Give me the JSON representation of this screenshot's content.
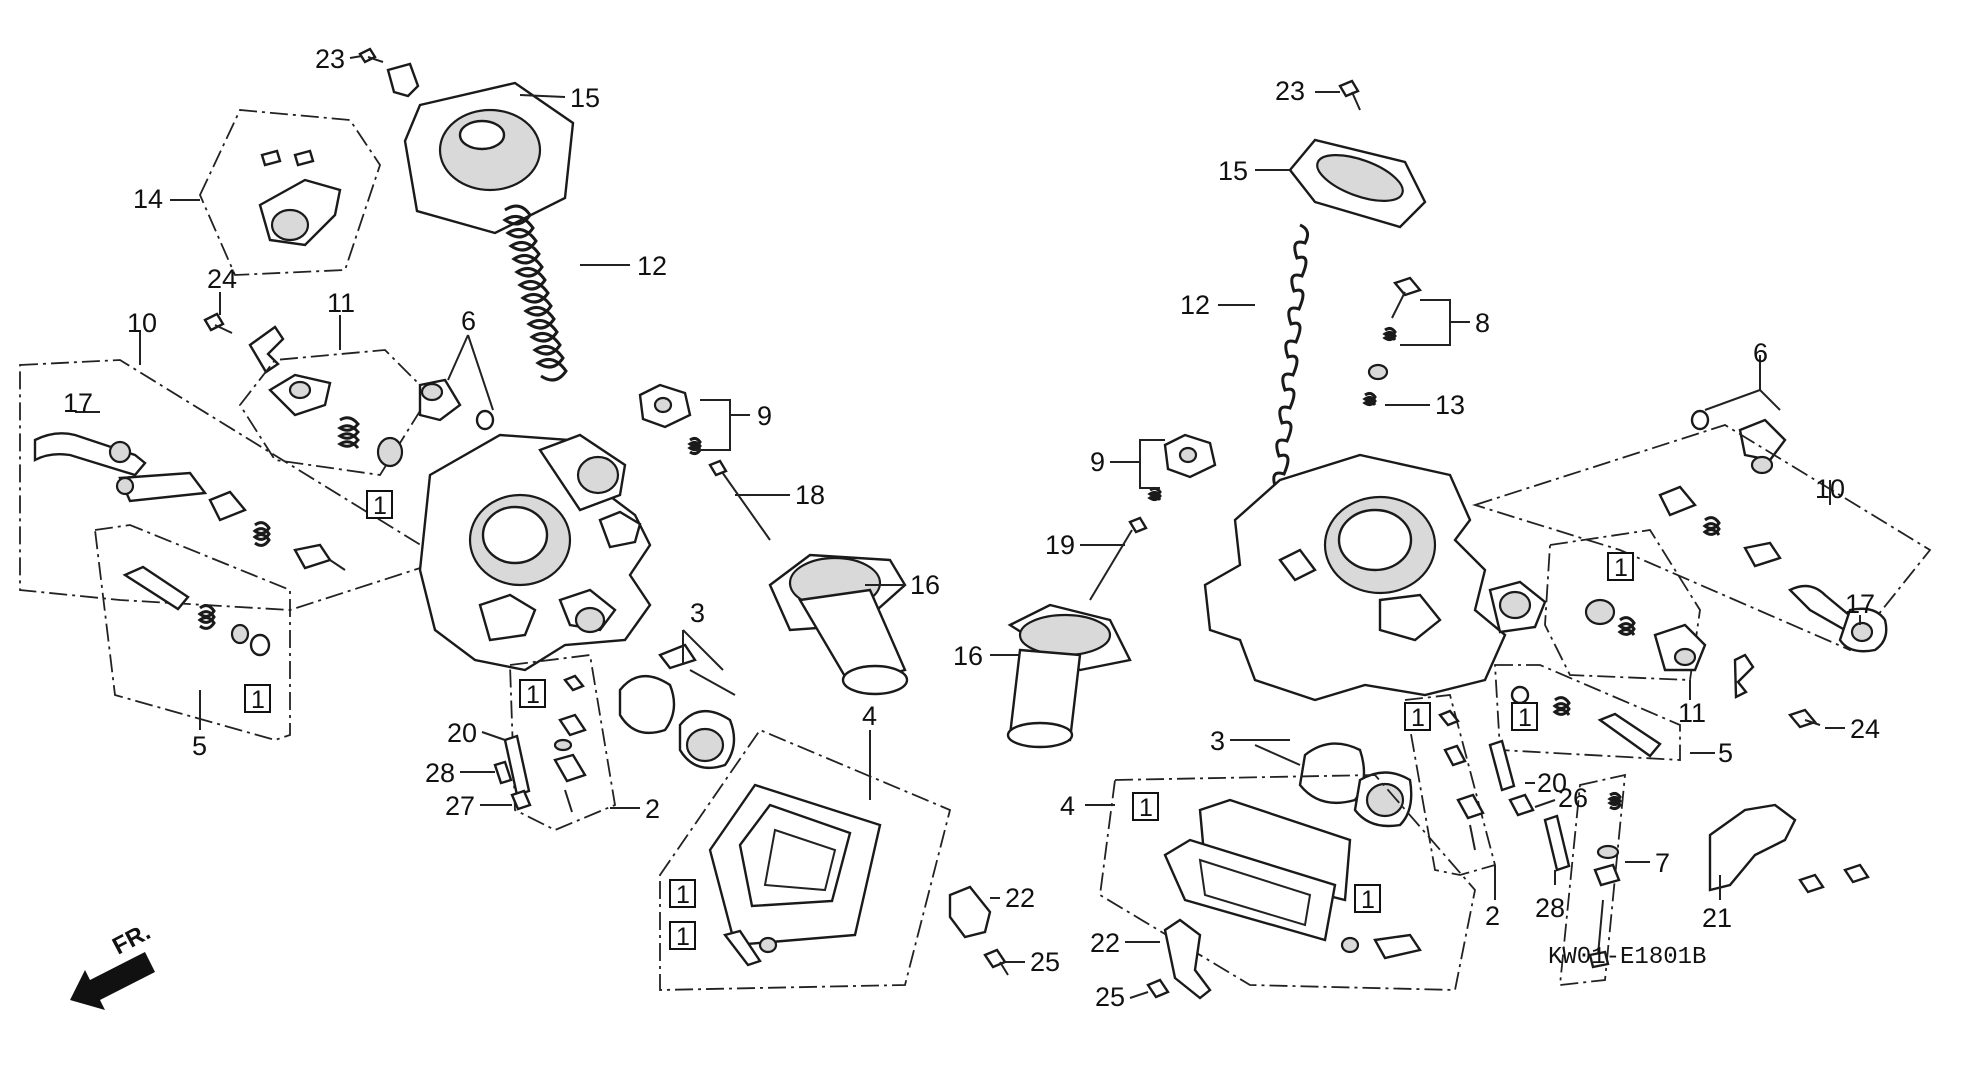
{
  "diagram": {
    "code": "KW01-E1801B",
    "direction_label": "FR.",
    "box_marker": "1",
    "labels": {
      "L23": "23",
      "L15": "15",
      "L14": "14",
      "L12": "12",
      "L24": "24",
      "L11": "11",
      "L6": "6",
      "L10": "10",
      "L17": "17",
      "L9": "9",
      "L18": "18",
      "L16": "16",
      "L3": "3",
      "L20": "20",
      "L28": "28",
      "L27": "27",
      "L2": "2",
      "L5": "5",
      "L4": "4",
      "L22": "22",
      "L25": "25",
      "R23": "23",
      "R15": "15",
      "R12": "12",
      "R8": "8",
      "R13": "13",
      "R9": "9",
      "R19": "19",
      "R16": "16",
      "R6": "6",
      "R10": "10",
      "R17": "17",
      "R11": "11",
      "R5": "5",
      "R24": "24",
      "R3": "3",
      "R20": "20",
      "R26": "26",
      "R4": "4",
      "R28": "28",
      "R7": "7",
      "R2": "2",
      "R21": "21",
      "R22": "22",
      "R25": "25"
    }
  }
}
